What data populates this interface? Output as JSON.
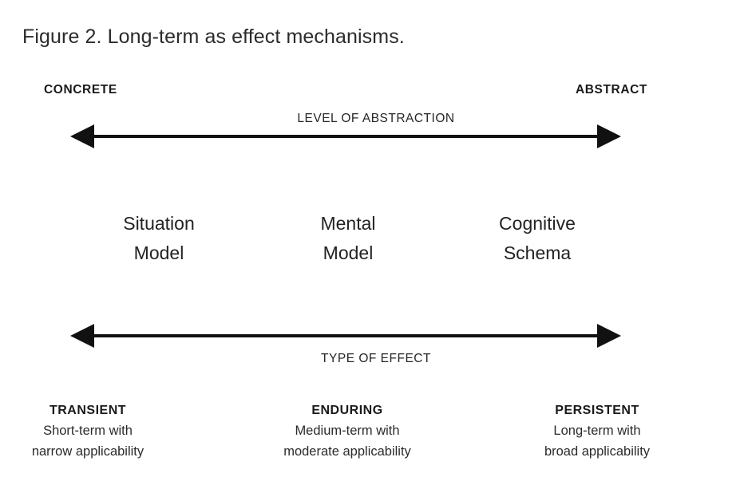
{
  "figure": {
    "title": "Figure 2. Long-term as effect mechanisms."
  },
  "abstraction_axis": {
    "left_pole": "CONCRETE",
    "right_pole": "ABSTRACT",
    "caption": "LEVEL OF ABSTRACTION",
    "arrow_style": "double-headed"
  },
  "concepts": [
    {
      "line1": "Situation",
      "line2": "Model"
    },
    {
      "line1": "Mental",
      "line2": "Model"
    },
    {
      "line1": "Cognitive",
      "line2": "Schema"
    }
  ],
  "effect_axis": {
    "caption": "TYPE OF EFFECT",
    "arrow_style": "double-headed"
  },
  "effects": [
    {
      "title": "TRANSIENT",
      "line1": "Short-term with",
      "line2": "narrow applicability"
    },
    {
      "title": "ENDURING",
      "line1": "Medium-term with",
      "line2": "moderate applicability"
    },
    {
      "title": "PERSISTENT",
      "line1": "Long-term with",
      "line2": "broad applicability"
    }
  ],
  "colors": {
    "background": "#ffffff",
    "ink": "#1a1a1a",
    "title_ink": "#2b2b2b",
    "arrow": "#111111"
  }
}
